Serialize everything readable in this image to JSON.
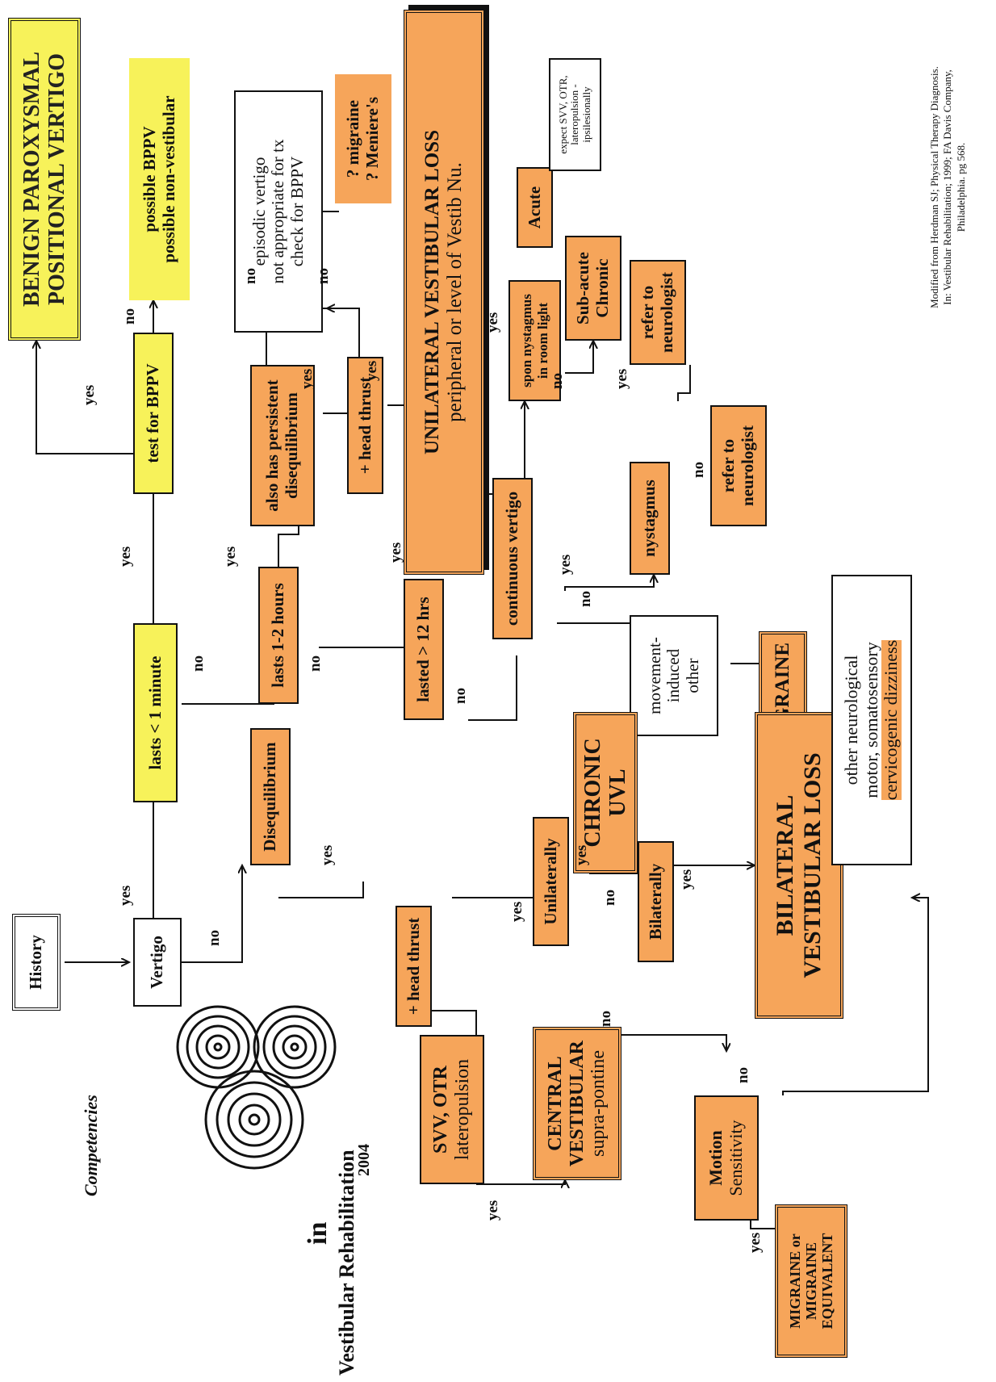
{
  "diagram": {
    "nodes": {
      "history": "History",
      "vertigo": "Vertigo",
      "disequilibrium": "Disequilibrium",
      "lasts_1min": "lasts < 1 minute",
      "test_bppv": "test for BPPV",
      "bppv_title": [
        "BENIGN PAROXYSMAL",
        "POSITIONAL VERTIGO"
      ],
      "possible_bppv": [
        "possible BPPV",
        "possible non-vestibular"
      ],
      "lasts_1_2h": "lasts 1-2 hours",
      "persistent_diseq": [
        "also has persistent",
        "disequilibrium"
      ],
      "episodic": [
        "episodic vertigo",
        "not appropriate for tx",
        "check for BPPV"
      ],
      "migraine_meniere": [
        "? migraine",
        "? Meniere's"
      ],
      "head_thrust_plus_top": "+ head thrust",
      "lasted_12h": "lasted > 12 hrs",
      "uvl": [
        "UNILATERAL VESTIBULAR LOSS",
        "peripheral or level of Vestib Nu."
      ],
      "spon_nyst": [
        "spon nystagmus",
        "in room light"
      ],
      "acute": "Acute",
      "expect_svv": [
        "expect SVV, OTR,",
        "lateropulsion -",
        "ipsilesionally"
      ],
      "subacute": [
        "Sub-acute",
        "Chronic"
      ],
      "continuous": "continuous vertigo",
      "nystagmus": "nystagmus",
      "refer1": [
        "refer to",
        "neurologist"
      ],
      "refer2": [
        "refer to",
        "neurologist"
      ],
      "movement": [
        "movement-",
        "induced",
        "other"
      ],
      "q_migraine": "? MIGRAINE",
      "head_thrust_plus_main": "+ head thrust",
      "unilaterally": "Unilaterally",
      "chronic_uvl": [
        "CHRONIC",
        "UVL"
      ],
      "bilaterally": "Bilaterally",
      "bvl": [
        "BILATERAL",
        "VESTIBULAR LOSS"
      ],
      "svv_otr": [
        "SVV, OTR",
        "lateropulsion"
      ],
      "central": [
        "CENTRAL",
        "VESTIBULAR",
        "supra-pontine"
      ],
      "motion": [
        "Motion",
        "Sensitivity"
      ],
      "migraine_equiv": [
        "MIGRAINE or",
        "MIGRAINE",
        "EQUIVALENT"
      ],
      "other_neuro": [
        "other neurological",
        "motor, somatosensory",
        "cervicogenic dizziness"
      ]
    },
    "edge_labels": {
      "yes": "yes",
      "no": "no"
    },
    "logo": {
      "top_arc": "Competencies",
      "in": "in",
      "bottom_arc": "Vestibular Rehabilitation",
      "year": "2004"
    },
    "citation": [
      "Modified from Herdman SJ; Physical Therapy Diagnosis.",
      "In: Vestibular Rehabilitation; 1999; FA Davis Company,",
      "Philadelphia. pg 568."
    ]
  },
  "colors": {
    "yellow": "#f7f25a",
    "orange": "#f6a55a",
    "line": "#111111"
  }
}
